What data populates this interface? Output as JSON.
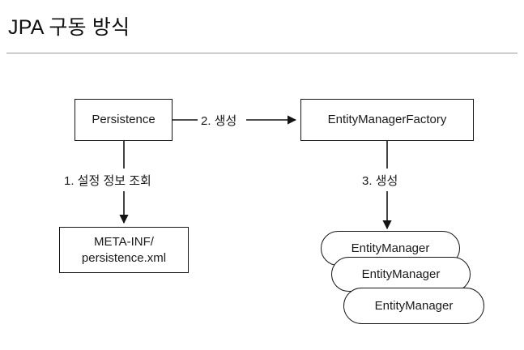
{
  "slide": {
    "title": "JPA 구동 방식",
    "divider": true,
    "background_color": "#ffffff",
    "line_color": "#141414",
    "text_color": "#1a1a1a"
  },
  "diagram": {
    "nodes": {
      "persistence": {
        "label": "Persistence",
        "shape": "rectangle"
      },
      "entity_manager_factory": {
        "label": "EntityManagerFactory",
        "shape": "rectangle"
      },
      "meta_inf": {
        "line1": "META-INF/",
        "line2": "persistence.xml",
        "shape": "rectangle"
      },
      "entity_managers": {
        "shape": "rounded-rectangle-stack",
        "items": [
          {
            "label": "EntityManager"
          },
          {
            "label": "EntityManager"
          },
          {
            "label": "EntityManager"
          }
        ]
      }
    },
    "edges": [
      {
        "id": "edge-persistence-to-meta-inf",
        "label": "1. 설정 정보 조회",
        "from": "persistence",
        "to": "meta_inf",
        "direction": "down"
      },
      {
        "id": "edge-persistence-to-emf",
        "label": "2. 생성",
        "from": "persistence",
        "to": "entity_manager_factory",
        "direction": "right"
      },
      {
        "id": "edge-emf-to-entity-managers",
        "label": "3. 생성",
        "from": "entity_manager_factory",
        "to": "entity_managers",
        "direction": "down"
      }
    ]
  }
}
